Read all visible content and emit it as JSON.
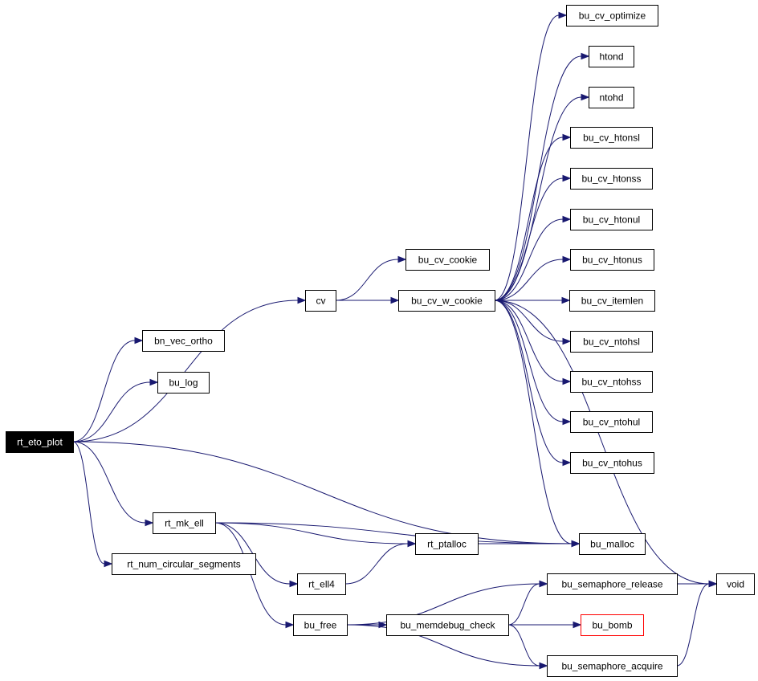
{
  "graph": {
    "root": "rt_eto_plot",
    "nodes": [
      {
        "id": "rt_eto_plot",
        "label": "rt_eto_plot",
        "kind": "root"
      },
      {
        "id": "bn_vec_ortho",
        "label": "bn_vec_ortho"
      },
      {
        "id": "bu_log",
        "label": "bu_log"
      },
      {
        "id": "cv",
        "label": "cv"
      },
      {
        "id": "bu_cv_cookie",
        "label": "bu_cv_cookie"
      },
      {
        "id": "bu_cv_w_cookie",
        "label": "bu_cv_w_cookie"
      },
      {
        "id": "bu_cv_optimize",
        "label": "bu_cv_optimize"
      },
      {
        "id": "htond",
        "label": "htond"
      },
      {
        "id": "ntohd",
        "label": "ntohd"
      },
      {
        "id": "bu_cv_htonsl",
        "label": "bu_cv_htonsl"
      },
      {
        "id": "bu_cv_htonss",
        "label": "bu_cv_htonss"
      },
      {
        "id": "bu_cv_htonul",
        "label": "bu_cv_htonul"
      },
      {
        "id": "bu_cv_htonus",
        "label": "bu_cv_htonus"
      },
      {
        "id": "bu_cv_itemlen",
        "label": "bu_cv_itemlen"
      },
      {
        "id": "bu_cv_ntohsl",
        "label": "bu_cv_ntohsl"
      },
      {
        "id": "bu_cv_ntohss",
        "label": "bu_cv_ntohss"
      },
      {
        "id": "bu_cv_ntohul",
        "label": "bu_cv_ntohul"
      },
      {
        "id": "bu_cv_ntohus",
        "label": "bu_cv_ntohus"
      },
      {
        "id": "rt_mk_ell",
        "label": "rt_mk_ell"
      },
      {
        "id": "rt_num_circular_segments",
        "label": "rt_num_circular_segments"
      },
      {
        "id": "bu_malloc",
        "label": "bu_malloc"
      },
      {
        "id": "rt_ptalloc",
        "label": "rt_ptalloc"
      },
      {
        "id": "rt_ell4",
        "label": "rt_ell4"
      },
      {
        "id": "bu_free",
        "label": "bu_free"
      },
      {
        "id": "bu_semaphore_release",
        "label": "bu_semaphore_release"
      },
      {
        "id": "bu_memdebug_check",
        "label": "bu_memdebug_check"
      },
      {
        "id": "bu_bomb",
        "label": "bu_bomb",
        "kind": "truncated"
      },
      {
        "id": "bu_semaphore_acquire",
        "label": "bu_semaphore_acquire"
      },
      {
        "id": "void",
        "label": "void"
      }
    ],
    "edges": [
      {
        "from": "rt_eto_plot",
        "to": "bn_vec_ortho"
      },
      {
        "from": "rt_eto_plot",
        "to": "bu_log"
      },
      {
        "from": "rt_eto_plot",
        "to": "cv"
      },
      {
        "from": "rt_eto_plot",
        "to": "bu_malloc"
      },
      {
        "from": "rt_eto_plot",
        "to": "rt_mk_ell"
      },
      {
        "from": "rt_eto_plot",
        "to": "rt_num_circular_segments"
      },
      {
        "from": "cv",
        "to": "bu_cv_cookie"
      },
      {
        "from": "cv",
        "to": "bu_cv_w_cookie"
      },
      {
        "from": "bu_cv_w_cookie",
        "to": "bu_cv_optimize"
      },
      {
        "from": "bu_cv_w_cookie",
        "to": "htond"
      },
      {
        "from": "bu_cv_w_cookie",
        "to": "ntohd"
      },
      {
        "from": "bu_cv_w_cookie",
        "to": "bu_cv_htonsl"
      },
      {
        "from": "bu_cv_w_cookie",
        "to": "bu_cv_htonss"
      },
      {
        "from": "bu_cv_w_cookie",
        "to": "bu_cv_htonul"
      },
      {
        "from": "bu_cv_w_cookie",
        "to": "bu_cv_htonus"
      },
      {
        "from": "bu_cv_w_cookie",
        "to": "bu_cv_itemlen"
      },
      {
        "from": "bu_cv_w_cookie",
        "to": "bu_cv_ntohsl"
      },
      {
        "from": "bu_cv_w_cookie",
        "to": "bu_cv_ntohss"
      },
      {
        "from": "bu_cv_w_cookie",
        "to": "bu_cv_ntohul"
      },
      {
        "from": "bu_cv_w_cookie",
        "to": "bu_cv_ntohus"
      },
      {
        "from": "bu_cv_w_cookie",
        "to": "bu_malloc"
      },
      {
        "from": "bu_cv_w_cookie",
        "to": "void"
      },
      {
        "from": "rt_mk_ell",
        "to": "bu_malloc"
      },
      {
        "from": "rt_mk_ell",
        "to": "rt_ptalloc"
      },
      {
        "from": "rt_mk_ell",
        "to": "rt_ell4"
      },
      {
        "from": "rt_mk_ell",
        "to": "bu_free"
      },
      {
        "from": "rt_ptalloc",
        "to": "bu_malloc"
      },
      {
        "from": "rt_ell4",
        "to": "rt_ptalloc"
      },
      {
        "from": "bu_free",
        "to": "bu_semaphore_release"
      },
      {
        "from": "bu_free",
        "to": "bu_memdebug_check"
      },
      {
        "from": "bu_free",
        "to": "bu_semaphore_acquire"
      },
      {
        "from": "bu_memdebug_check",
        "to": "bu_semaphore_release"
      },
      {
        "from": "bu_memdebug_check",
        "to": "bu_bomb"
      },
      {
        "from": "bu_memdebug_check",
        "to": "bu_semaphore_acquire"
      },
      {
        "from": "bu_semaphore_release",
        "to": "void"
      },
      {
        "from": "bu_semaphore_acquire",
        "to": "void"
      }
    ]
  },
  "colors": {
    "edge": "#191970",
    "node_border": "#000000",
    "root_fill": "#000000",
    "root_text": "#ffffff",
    "truncated_border": "#ff0000"
  }
}
